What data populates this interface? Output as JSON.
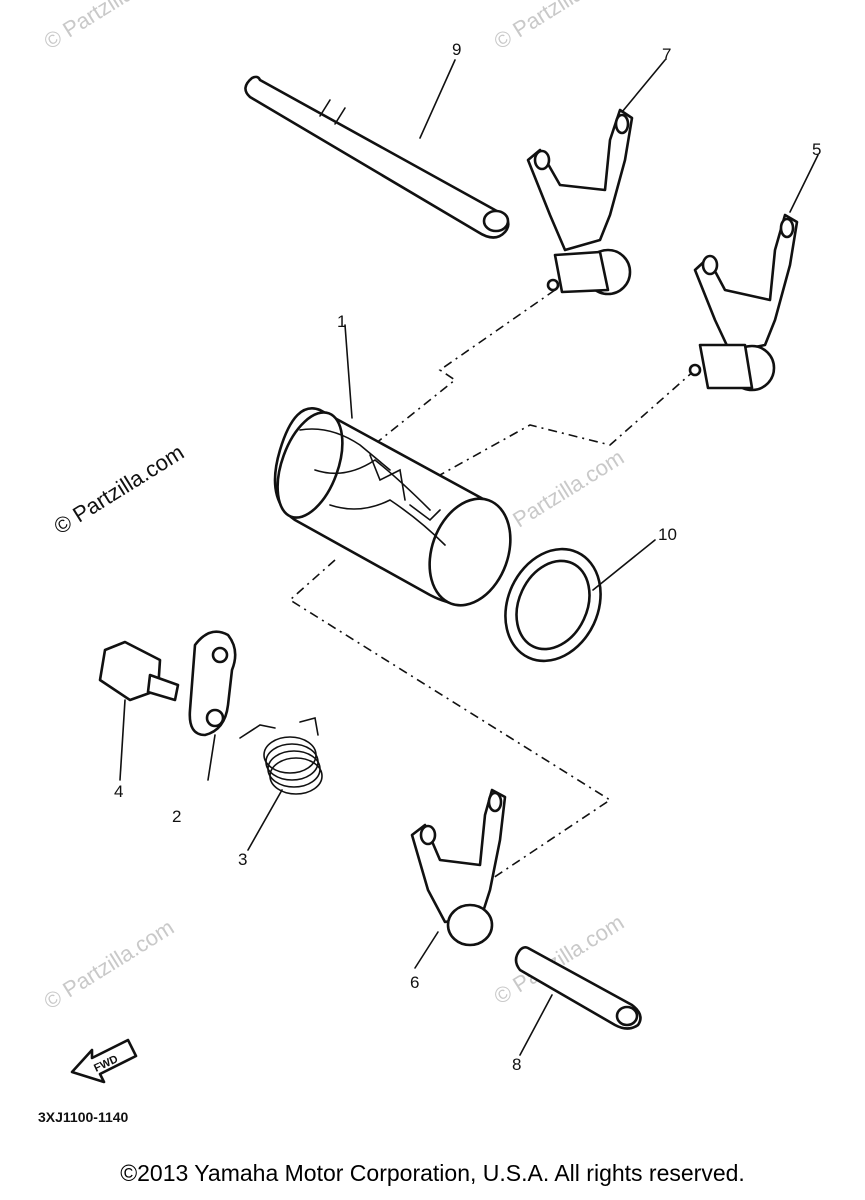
{
  "diagram": {
    "callouts": [
      {
        "id": "1",
        "label": "1",
        "part": "shift-drum"
      },
      {
        "id": "2",
        "label": "2",
        "part": "stopper-lever"
      },
      {
        "id": "3",
        "label": "3",
        "part": "torsion-spring"
      },
      {
        "id": "4",
        "label": "4",
        "part": "bolt"
      },
      {
        "id": "5",
        "label": "5",
        "part": "shift-fork-upper-right"
      },
      {
        "id": "6",
        "label": "6",
        "part": "shift-fork-lower"
      },
      {
        "id": "7",
        "label": "7",
        "part": "shift-fork-upper"
      },
      {
        "id": "8",
        "label": "8",
        "part": "guide-bar-short"
      },
      {
        "id": "9",
        "label": "9",
        "part": "guide-bar-long"
      },
      {
        "id": "10",
        "label": "10",
        "part": "washer-ring"
      }
    ],
    "diagram_code": "3XJ1100-1140",
    "fwd_label": "FWD"
  },
  "watermarks": {
    "text": "© Partzilla.com",
    "text_faint": "© Partzilla.com"
  },
  "footer": {
    "copyright": "©2013  Yamaha Motor Corporation, U.S.A. All rights reserved."
  }
}
